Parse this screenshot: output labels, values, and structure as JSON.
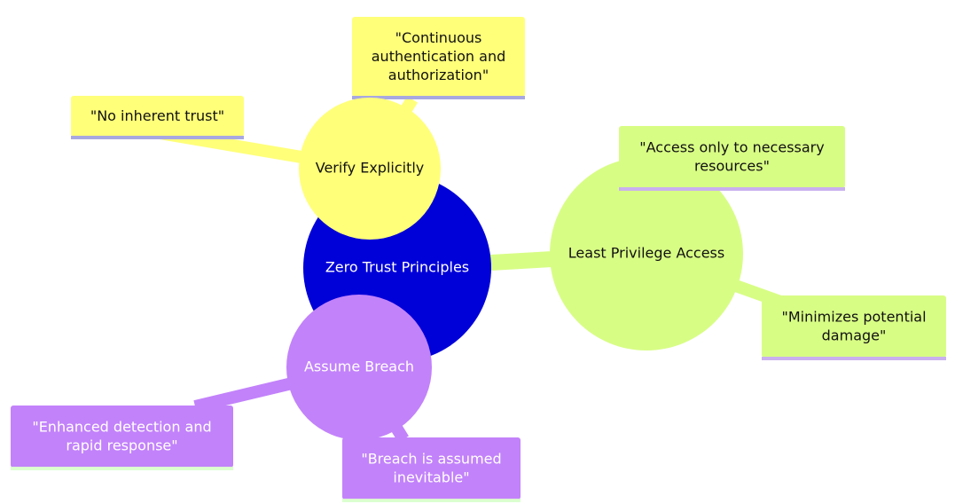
{
  "title": "Zero Trust Principles mindmap",
  "colors": {
    "root_fill": "#0000d8",
    "root_text": "#ffffff",
    "verify_fill": "#ffff7a",
    "verify_underline": "#a8a8e0",
    "least_fill": "#d8fd85",
    "least_underline": "#c9b0ee",
    "breach_fill": "#c282fa",
    "breach_underline": "#dcffd0",
    "dark_text": "#111111",
    "light_text": "#ffffff"
  },
  "root": {
    "label": "Zero Trust Principles"
  },
  "branches": [
    {
      "id": "verify",
      "label": "Verify Explicitly",
      "leaves": [
        {
          "lines": [
            "\"No inherent trust\""
          ]
        },
        {
          "lines": [
            "\"Continuous",
            "authentication and",
            "authorization\""
          ]
        }
      ]
    },
    {
      "id": "least",
      "label": "Least Privilege Access",
      "leaves": [
        {
          "lines": [
            "\"Access only to necessary",
            "resources\""
          ]
        },
        {
          "lines": [
            "\"Minimizes potential",
            "damage\""
          ]
        }
      ]
    },
    {
      "id": "breach",
      "label": "Assume Breach",
      "leaves": [
        {
          "lines": [
            "\"Enhanced detection and",
            "rapid response\""
          ]
        },
        {
          "lines": [
            "\"Breach is assumed",
            "inevitable\""
          ]
        }
      ]
    }
  ]
}
